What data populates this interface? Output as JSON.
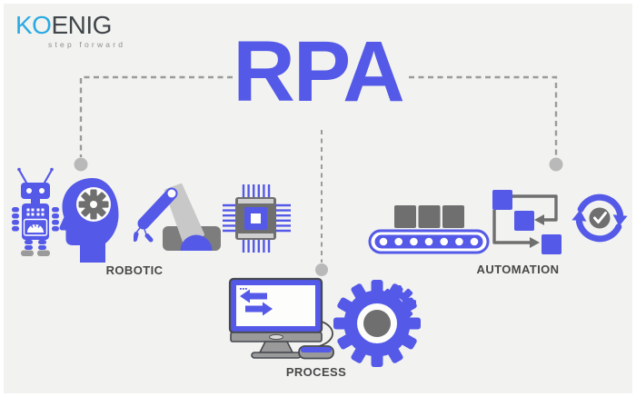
{
  "logo": {
    "brand_primary": "KO",
    "brand_secondary": "ENIG",
    "tagline": "step forward"
  },
  "title": {
    "text": "RPA"
  },
  "sections": {
    "robotic": {
      "label": "ROBOTIC",
      "icons": [
        "robot",
        "head-with-gear",
        "robotic-arm",
        "cpu-chip"
      ]
    },
    "process": {
      "label": "PROCESS",
      "icons": [
        "computer-monitor-with-transfer-arrows",
        "mouse",
        "gears"
      ]
    },
    "automation": {
      "label": "AUTOMATION",
      "icons": [
        "conveyor-belt",
        "flowchart",
        "sync-check"
      ]
    }
  },
  "colors": {
    "background": "#f2f2f0",
    "accent_blue": "#5459e8",
    "logo_blue": "#29aae2",
    "logo_dark": "#41464b",
    "icon_gray": "#6f6f6f",
    "light_gray": "#c8c8c8",
    "label_gray": "#484848",
    "connector_gray": "#9b9b9b",
    "dot_gray": "#b9b9b9"
  }
}
